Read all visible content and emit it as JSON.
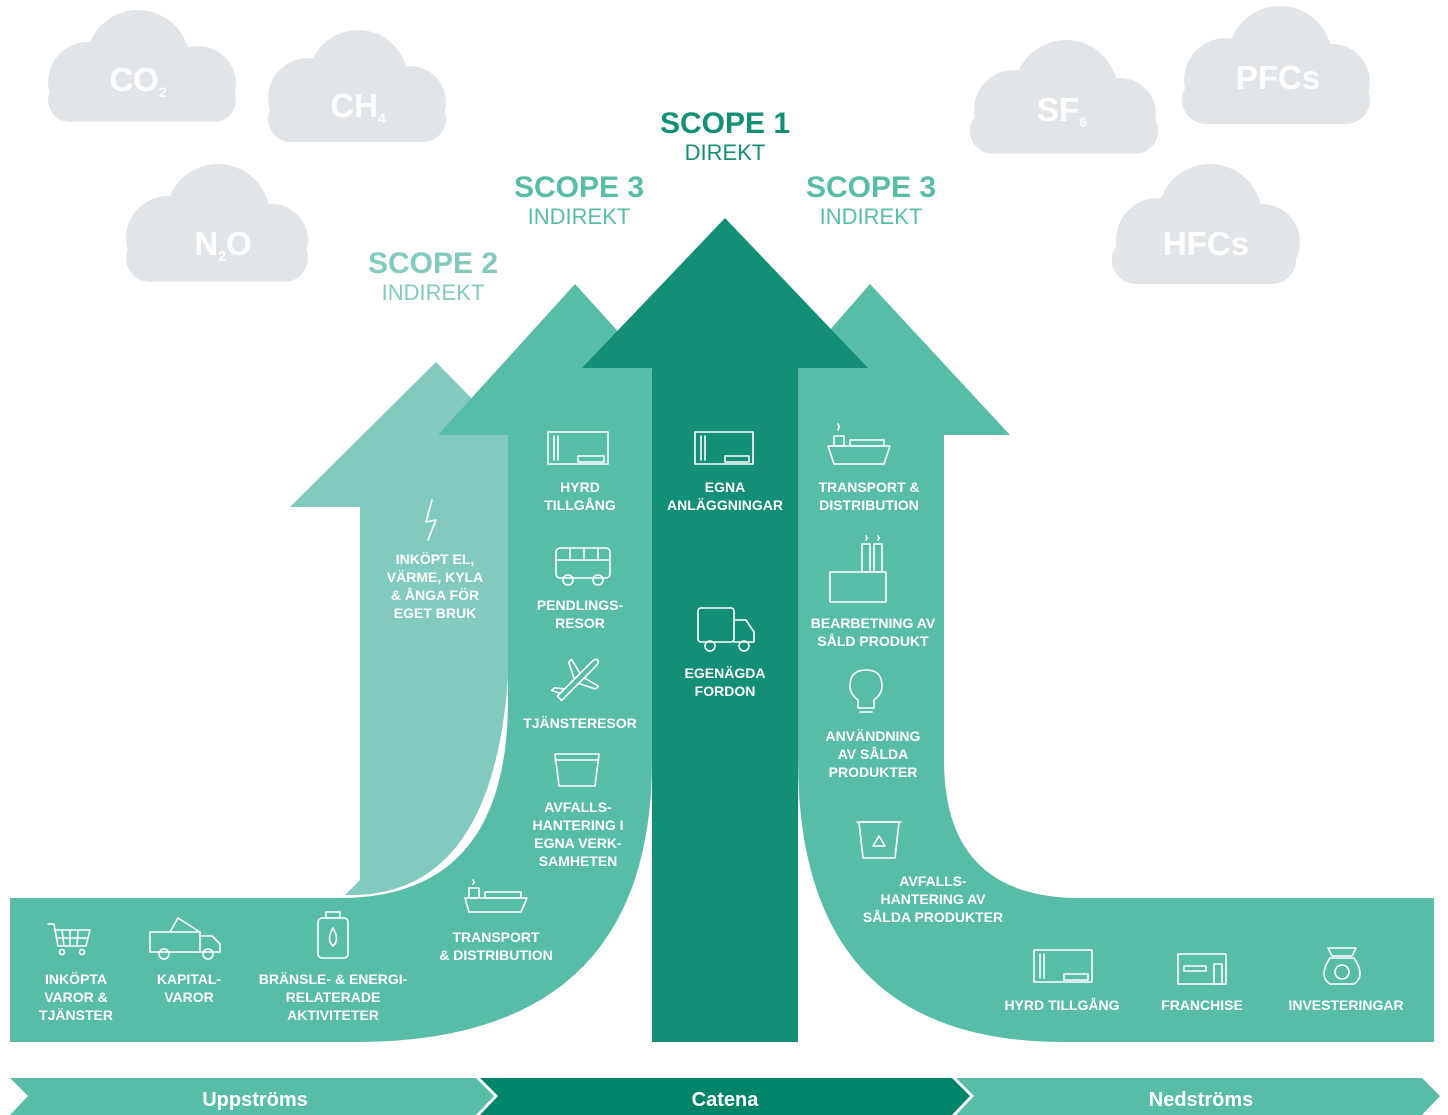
{
  "colors": {
    "scope1": "#138f75",
    "scope3": "#57bda6",
    "scope2": "#82cabd",
    "cloud": "#e2e5e8",
    "flow_mid": "#00846a",
    "flow_side": "#57bda6"
  },
  "gases": [
    {
      "base": "CO",
      "sub": "2"
    },
    {
      "base": "CH",
      "sub": "4"
    },
    {
      "base": "N",
      "sub": "2",
      "tail": "O"
    },
    {
      "base": "SF",
      "sub": "6"
    },
    {
      "base": "PFCs",
      "sub": ""
    },
    {
      "base": "HFCs",
      "sub": ""
    }
  ],
  "scopes": {
    "scope1": {
      "title": "SCOPE 1",
      "subtitle": "DIREKT"
    },
    "scope3_left": {
      "title": "SCOPE 3",
      "subtitle": "INDIREKT"
    },
    "scope3_right": {
      "title": "SCOPE 3",
      "subtitle": "INDIREKT"
    },
    "scope2": {
      "title": "SCOPE 2",
      "subtitle": "INDIREKT"
    }
  },
  "items": {
    "inkopt_el": {
      "label": "INKÖPT EL,\nVÄRME, KYLA\n& ÅNGA FÖR\nEGET BRUK",
      "icon": "lightning-icon"
    },
    "hyrd_tillgang_up": {
      "label": "HYRD\nTILLGÅNG",
      "icon": "building-icon"
    },
    "pendlingsresor": {
      "label": "PENDLINGS-\nRESOR",
      "icon": "bus-icon"
    },
    "tjansteresor": {
      "label": "TJÄNSTERESOR",
      "icon": "airplane-icon"
    },
    "avfall_egna": {
      "label": "AVFALLS-\nHANTERING I\nEGNA VERK-\nSAMHETEN",
      "icon": "waste-bin-icon"
    },
    "transport_up": {
      "label": "TRANSPORT\n& DISTRIBUTION",
      "icon": "ship-icon"
    },
    "inkopta_varor": {
      "label": "INKÖPTA\nVAROR &\nTJÄNSTER",
      "icon": "shopping-cart-icon"
    },
    "kapitalvaror": {
      "label": "KAPITAL-\nVAROR",
      "icon": "truck-icon"
    },
    "bransle": {
      "label": "BRÄNSLE- & ENERGI-\nRELATERADE\nAKTIVITETER",
      "icon": "fuel-can-icon"
    },
    "egna_anlaggningar": {
      "label": "EGNA\nANLÄGGNINGAR",
      "icon": "building-icon"
    },
    "egenagda_fordon": {
      "label": "EGENÄGDA\nFORDON",
      "icon": "delivery-truck-icon"
    },
    "transport_down": {
      "label": "TRANSPORT &\nDISTRIBUTION",
      "icon": "ship-icon"
    },
    "bearbetning": {
      "label": "BEARBETNING AV\nSÅLD PRODUKT",
      "icon": "factory-icon"
    },
    "anvandning": {
      "label": "ANVÄNDNING\nAV SÅLDA\nPRODUKTER",
      "icon": "lightbulb-icon"
    },
    "avfall_salda": {
      "label": "AVFALLS-\nHANTERING AV\nSÅLDA PRODUKTER",
      "icon": "recycle-bin-icon"
    },
    "hyrd_tillgang_down": {
      "label": "HYRD TILLGÅNG",
      "icon": "building-icon"
    },
    "franchise": {
      "label": "FRANCHISE",
      "icon": "storefront-icon"
    },
    "investeringar": {
      "label": "INVESTERINGAR",
      "icon": "money-bag-icon"
    }
  },
  "flow": {
    "upstream": "Uppströms",
    "company": "Catena",
    "downstream": "Nedströms"
  }
}
